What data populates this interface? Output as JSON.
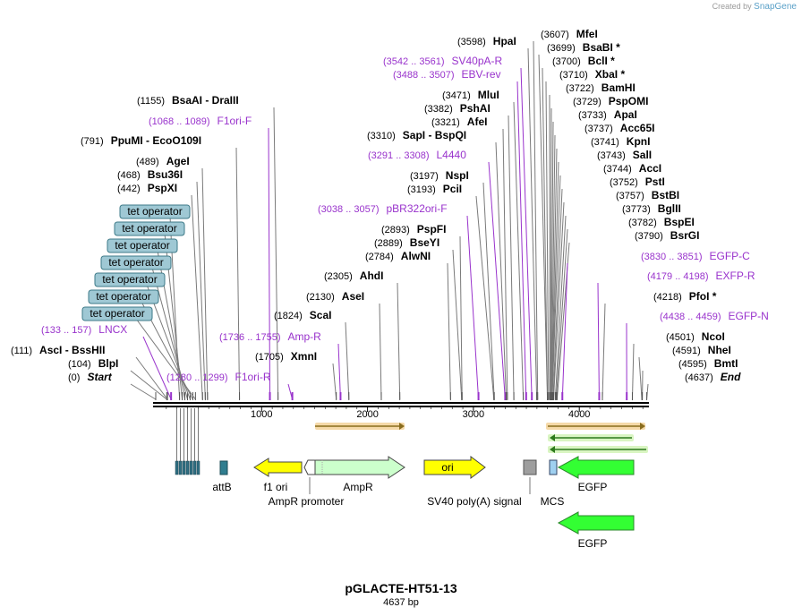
{
  "brand": {
    "prefix": "Created by",
    "name": "SnapGene"
  },
  "map": {
    "title": "pGLACTE-HT51-13",
    "length_label": "4637 bp",
    "length_bp": 4637,
    "ruler_ticks": [
      "1000",
      "2000",
      "3000",
      "4000"
    ],
    "colors": {
      "enzyme": "#000000",
      "primer": "#9933cc",
      "tet": "#9fc8d4",
      "ori": "#ffff00",
      "ampr": "#ccffcc",
      "f1": "#ffff00",
      "egfp": "#33ff33"
    }
  },
  "sites": [
    {
      "pos": "(0)",
      "name": "Start",
      "style": "start-end",
      "type": "enzyme"
    },
    {
      "pos": "(104)",
      "name": "BlpI",
      "type": "enzyme"
    },
    {
      "pos": "(111)",
      "name": "AscI  -  BssHII",
      "type": "enzyme"
    },
    {
      "pos": "(133 .. 157)",
      "name": "LNCX",
      "type": "primer"
    },
    {
      "pos": "",
      "name": "tet operator",
      "type": "tet"
    },
    {
      "pos": "",
      "name": "tet operator",
      "type": "tet"
    },
    {
      "pos": "",
      "name": "tet operator",
      "type": "tet"
    },
    {
      "pos": "",
      "name": "tet operator",
      "type": "tet"
    },
    {
      "pos": "",
      "name": "tet operator",
      "type": "tet"
    },
    {
      "pos": "",
      "name": "tet operator",
      "type": "tet"
    },
    {
      "pos": "",
      "name": "tet operator",
      "type": "tet"
    },
    {
      "pos": "(442)",
      "name": "PspXI",
      "type": "enzyme"
    },
    {
      "pos": "(468)",
      "name": "Bsu36I",
      "type": "enzyme"
    },
    {
      "pos": "(489)",
      "name": "AgeI",
      "type": "enzyme"
    },
    {
      "pos": "(791)",
      "name": "PpuMI  -  EcoO109I",
      "type": "enzyme"
    },
    {
      "pos": "(1068 .. 1089)",
      "name": "F1ori-F",
      "type": "primer"
    },
    {
      "pos": "(1155)",
      "name": "BsaAI  -  DraIII",
      "type": "enzyme"
    },
    {
      "pos": "(1280 .. 1299)",
      "name": "F1ori-R",
      "type": "primer"
    },
    {
      "pos": "(1705)",
      "name": "XmnI",
      "type": "enzyme"
    },
    {
      "pos": "(1736 .. 1755)",
      "name": "Amp-R",
      "type": "primer"
    },
    {
      "pos": "(1824)",
      "name": "ScaI",
      "type": "enzyme"
    },
    {
      "pos": "(2130)",
      "name": "AseI",
      "type": "enzyme"
    },
    {
      "pos": "(2305)",
      "name": "AhdI",
      "type": "enzyme"
    },
    {
      "pos": "(2784)",
      "name": "AlwNI",
      "type": "enzyme"
    },
    {
      "pos": "(2889)",
      "name": "BseYI",
      "type": "enzyme"
    },
    {
      "pos": "(2893)",
      "name": "PspFI",
      "type": "enzyme"
    },
    {
      "pos": "(3038 .. 3057)",
      "name": "pBR322ori-F",
      "type": "primer"
    },
    {
      "pos": "(3193)",
      "name": "PciI",
      "type": "enzyme"
    },
    {
      "pos": "(3197)",
      "name": "NspI",
      "type": "enzyme"
    },
    {
      "pos": "(3291 .. 3308)",
      "name": "L4440",
      "type": "primer"
    },
    {
      "pos": "(3310)",
      "name": "SapI  -  BspQI",
      "type": "enzyme"
    },
    {
      "pos": "(3321)",
      "name": "AfeI",
      "type": "enzyme"
    },
    {
      "pos": "(3382)",
      "name": "PshAI",
      "type": "enzyme"
    },
    {
      "pos": "(3471)",
      "name": "MluI",
      "type": "enzyme"
    },
    {
      "pos": "(3488 .. 3507)",
      "name": "EBV-rev",
      "type": "primer"
    },
    {
      "pos": "(3542 .. 3561)",
      "name": "SV40pA-R",
      "type": "primer"
    },
    {
      "pos": "(3598)",
      "name": "HpaI",
      "type": "enzyme"
    },
    {
      "pos": "(3607)",
      "name": "MfeI",
      "type": "enzyme"
    },
    {
      "pos": "(3699)",
      "name": "BsaBI *",
      "type": "enzyme"
    },
    {
      "pos": "(3700)",
      "name": "BclI *",
      "type": "enzyme"
    },
    {
      "pos": "(3710)",
      "name": "XbaI *",
      "type": "enzyme"
    },
    {
      "pos": "(3722)",
      "name": "BamHI",
      "type": "enzyme"
    },
    {
      "pos": "(3729)",
      "name": "PspOMI",
      "type": "enzyme"
    },
    {
      "pos": "(3733)",
      "name": "ApaI",
      "type": "enzyme"
    },
    {
      "pos": "(3737)",
      "name": "Acc65I",
      "type": "enzyme"
    },
    {
      "pos": "(3741)",
      "name": "KpnI",
      "type": "enzyme"
    },
    {
      "pos": "(3743)",
      "name": "SalI",
      "type": "enzyme"
    },
    {
      "pos": "(3744)",
      "name": "AccI",
      "type": "enzyme"
    },
    {
      "pos": "(3752)",
      "name": "PstI",
      "type": "enzyme"
    },
    {
      "pos": "(3757)",
      "name": "BstBI",
      "type": "enzyme"
    },
    {
      "pos": "(3773)",
      "name": "BglII",
      "type": "enzyme"
    },
    {
      "pos": "(3782)",
      "name": "BspEI",
      "type": "enzyme"
    },
    {
      "pos": "(3790)",
      "name": "BsrGI",
      "type": "enzyme"
    },
    {
      "pos": "(3830 .. 3851)",
      "name": "EGFP-C",
      "type": "primer"
    },
    {
      "pos": "(4179 .. 4198)",
      "name": "EXFP-R",
      "type": "primer"
    },
    {
      "pos": "(4218)",
      "name": "PfoI *",
      "type": "enzyme"
    },
    {
      "pos": "(4438 .. 4459)",
      "name": "EGFP-N",
      "type": "primer"
    },
    {
      "pos": "(4501)",
      "name": "NcoI",
      "type": "enzyme"
    },
    {
      "pos": "(4591)",
      "name": "NheI",
      "type": "enzyme"
    },
    {
      "pos": "(4595)",
      "name": "BmtI",
      "type": "enzyme"
    },
    {
      "pos": "(4637)",
      "name": "End",
      "style": "start-end",
      "type": "enzyme"
    }
  ],
  "features": [
    {
      "label": "attB",
      "kind": "box"
    },
    {
      "label": "f1 ori",
      "kind": "arrow-left"
    },
    {
      "label": "AmpR promoter",
      "kind": "arrow-left"
    },
    {
      "label": "AmpR",
      "kind": "arrow-right"
    },
    {
      "label": "ori",
      "kind": "arrow-right"
    },
    {
      "label": "SV40 poly(A) signal",
      "kind": "box"
    },
    {
      "label": "MCS",
      "kind": "box"
    },
    {
      "label": "EGFP",
      "kind": "arrow-left"
    },
    {
      "label": "EGFP",
      "kind": "arrow-left"
    }
  ]
}
